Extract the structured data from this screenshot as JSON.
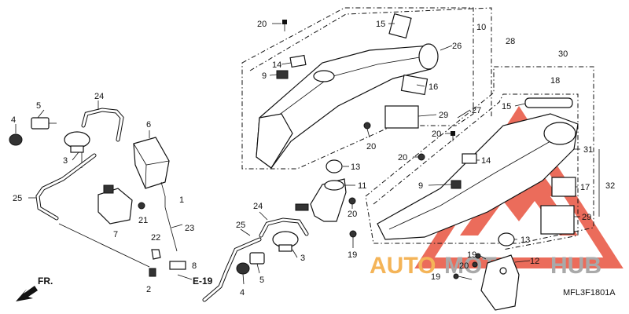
{
  "diagram_code": "MFL3F1801A",
  "reference_label": "E-19",
  "direction_label": "FR.",
  "watermark": {
    "brand_part1": "AUTO",
    "brand_part2": "MOTO",
    "brand_part3": "HUB",
    "color_primary": "#e8533f",
    "color_secondary": "#f3a83b",
    "color_tertiary": "#9b9b9b"
  },
  "callouts": {
    "c20_top": "20",
    "c15_top": "15",
    "c10": "10",
    "c28": "28",
    "c26": "26",
    "c14_top": "14",
    "c9_top": "9",
    "c16": "16",
    "c29_top": "29",
    "c27": "27",
    "c20_mid": "20",
    "c30": "30",
    "c18": "18",
    "c15_right": "15",
    "c20_right": "20",
    "c31": "31",
    "c20_lower": "20",
    "c14_right": "14",
    "c9_right": "9",
    "c17": "17",
    "c32": "32",
    "c29_right": "29",
    "c13_right": "13",
    "c12": "12",
    "c19_right": "19",
    "c20_bottom": "20",
    "c19_bottom": "19",
    "c13_mid": "13",
    "c11": "11",
    "c20_clip": "20",
    "c19_mid": "19",
    "c24_left": "24",
    "c5_left": "5",
    "c4_left": "4",
    "c3_left": "3",
    "c6": "6",
    "c1": "1",
    "c25_left": "25",
    "c21": "21",
    "c7": "7",
    "c23": "23",
    "c22": "22",
    "c8": "8",
    "c2": "2",
    "c24_mid": "24",
    "c25_mid": "25",
    "c3_mid": "3",
    "c5_mid": "5",
    "c4_mid": "4"
  }
}
